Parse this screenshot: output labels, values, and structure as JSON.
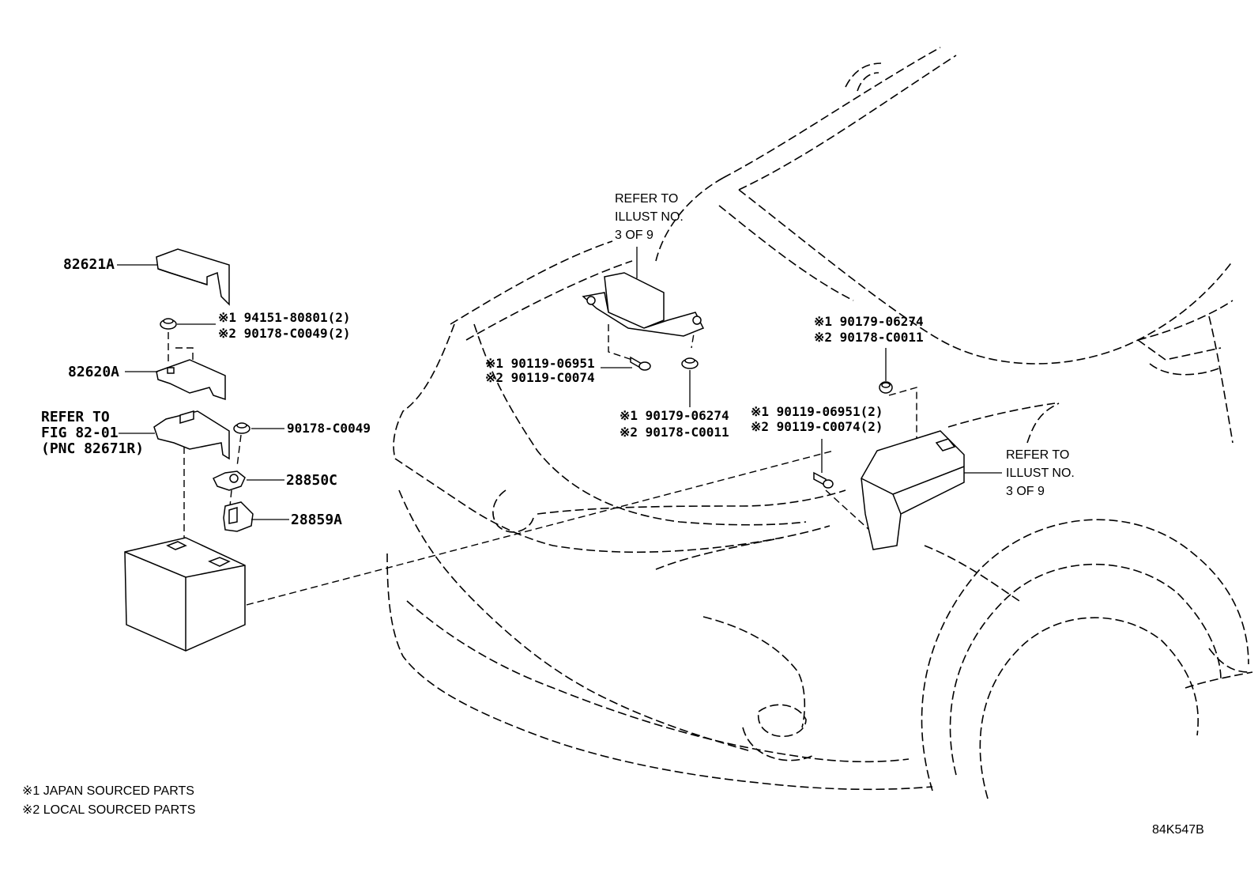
{
  "callouts": {
    "p82621A": "82621A",
    "p82620A": "82620A",
    "p28850C": "28850C",
    "p28859A": "28859A",
    "p90178_C0049": "90178-C0049",
    "nut_left_1": "※1 94151-80801(2)",
    "nut_left_2": "※2 90178-C0049(2)",
    "bolt_mid_1": "※1 90119-06951",
    "bolt_mid_2": "※2 90119-C0074",
    "nut_mid_1": "※1 90179-06274",
    "nut_mid_2": "※2 90178-C0011",
    "nut_right_1": "※1 90179-06274",
    "nut_right_2": "※2 90178-C0011",
    "bolt_right_1": "※1 90119-06951(2)",
    "bolt_right_2": "※2 90119-C0074(2)"
  },
  "refer_fig": {
    "line1": "REFER TO",
    "line2": "FIG 82-01",
    "line3": "(PNC 82671R)"
  },
  "refer_illust_top": {
    "line1": "REFER TO",
    "line2": "ILLUST NO.",
    "line3": "3 OF 9"
  },
  "refer_illust_right": {
    "line1": "REFER TO",
    "line2": "ILLUST NO.",
    "line3": "3 OF 9"
  },
  "legend": {
    "note1": "※1 JAPAN SOURCED PARTS",
    "note2": "※2 LOCAL SOURCED PARTS"
  },
  "illustration_code": "84K547B"
}
